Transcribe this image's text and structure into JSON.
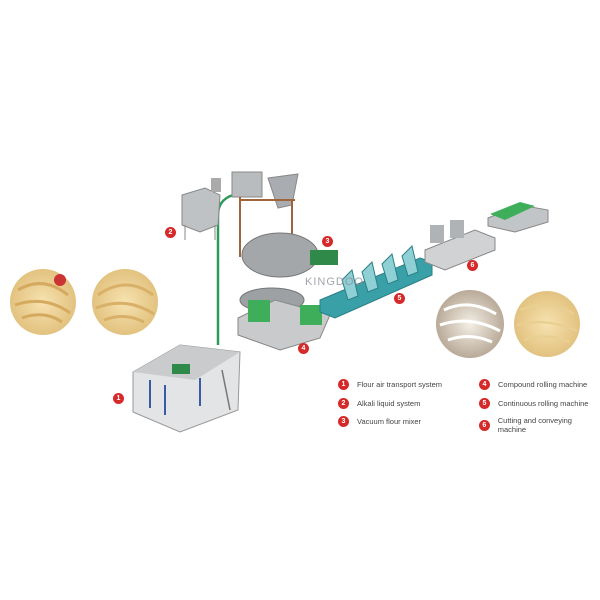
{
  "watermark": "KINGDOO",
  "callouts": [
    "1",
    "2",
    "3",
    "4",
    "5",
    "6"
  ],
  "legend": [
    {
      "number": "1",
      "label": "Flour air transport system"
    },
    {
      "number": "2",
      "label": "Alkali liquid system"
    },
    {
      "number": "3",
      "label": "Vacuum flour mixer"
    },
    {
      "number": "4",
      "label": "Compound rolling machine"
    },
    {
      "number": "5",
      "label": "Continuous rolling machine"
    },
    {
      "number": "6",
      "label": "Cutting and conveying machine"
    }
  ],
  "colors": {
    "badge": "#d62a2a",
    "machine_teal": "#3aa0a8",
    "machine_green": "#3fae5a",
    "steel": "#a9acb0"
  }
}
